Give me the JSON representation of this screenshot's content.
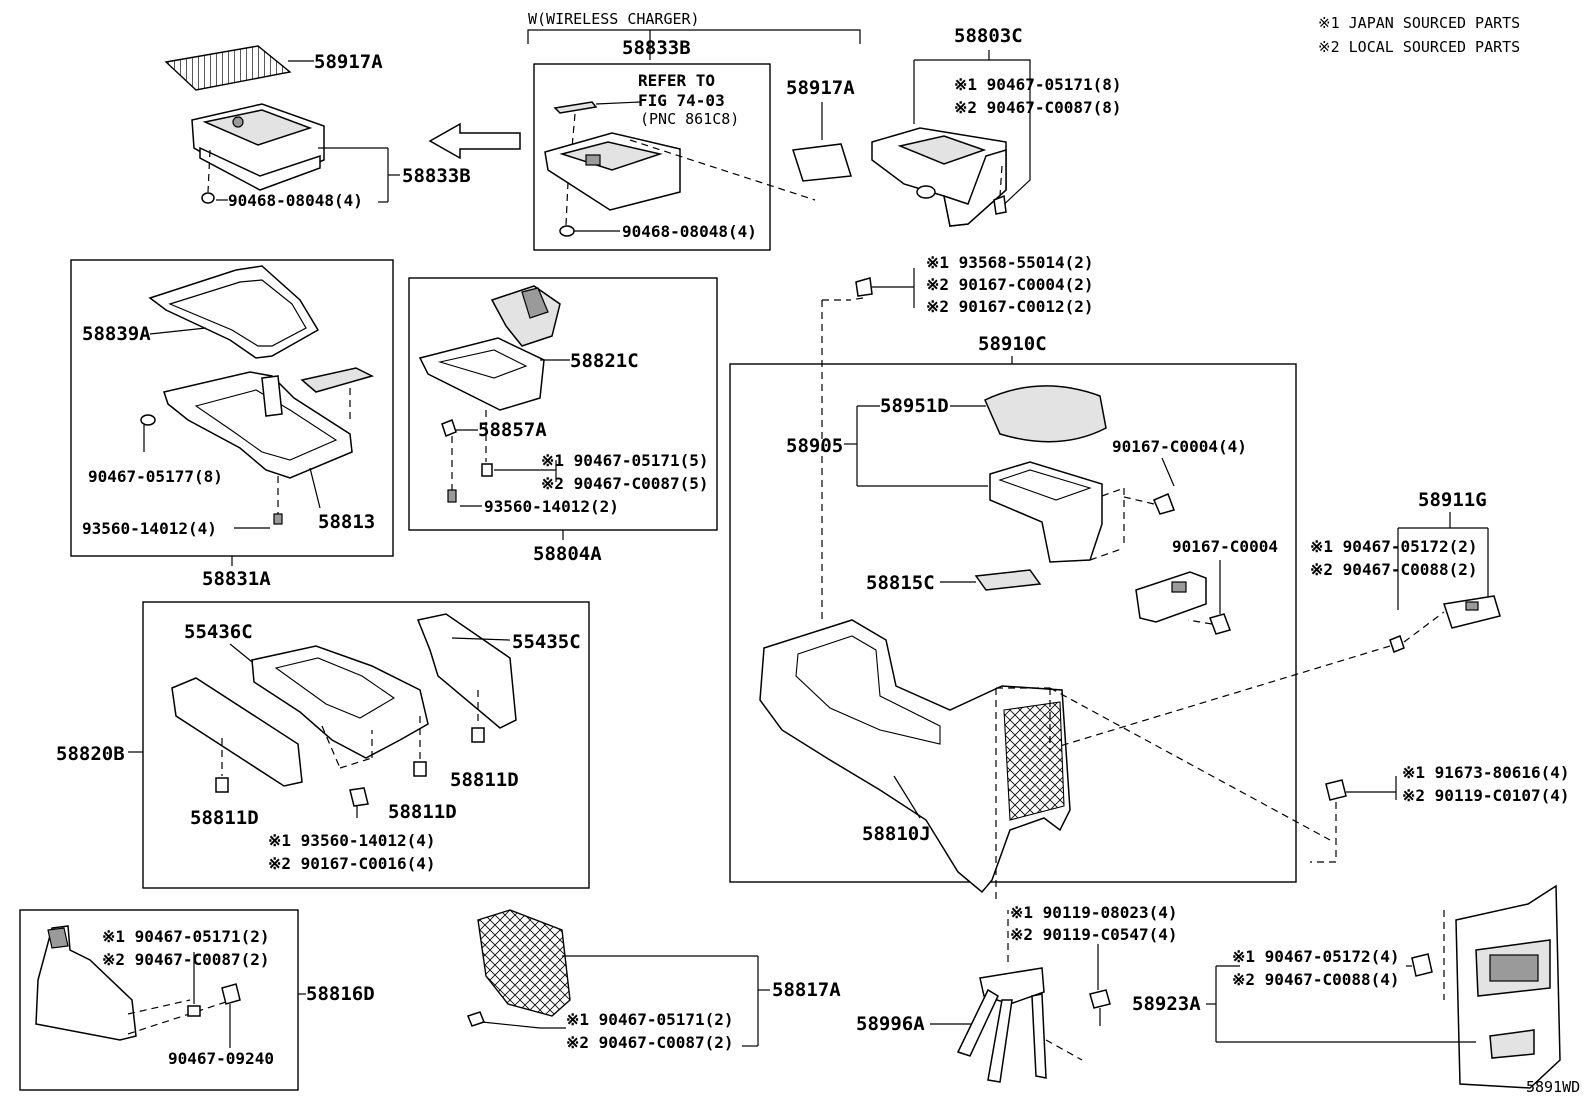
{
  "legend": {
    "line1": "※1 JAPAN SOURCED PARTS",
    "line2": "※2 LOCAL SOURCED PARTS"
  },
  "figure_code": "5891WD",
  "labels": {
    "wireless_title": "W(WIRELESS CHARGER)",
    "wc_58833B": "58833B",
    "refer1": "REFER TO",
    "refer2": "FIG 74-03",
    "refer3": "(PNC 861C8)",
    "wc_58917A": "58917A",
    "wc_clip": "90468-08048(4)",
    "tl_58917A": "58917A",
    "tl_58833B": "58833B",
    "tl_clip": "90468-08048(4)",
    "p58803C": "58803C",
    "p58803C_n1": "※1 90467-05171(8)",
    "p58803C_n2": "※2 90467-C0087(8)",
    "screw_top_1": "※1 93568-55014(2)",
    "screw_top_2": "※2 90167-C0004(2)",
    "screw_top_3": "※2 90167-C0012(2)",
    "p58839A": "58839A",
    "p90467_05177": "90467-05177(8)",
    "p93560_4": "93560-14012(4)",
    "p58813": "58813",
    "p58831A": "58831A",
    "p58821C": "58821C",
    "p58857A": "58857A",
    "p58804_n1": "※1 90467-05171(5)",
    "p58804_n2": "※2 90467-C0087(5)",
    "p93560_2": "93560-14012(2)",
    "p58804A": "58804A",
    "p58910C": "58910C",
    "p58951D": "58951D",
    "p58905": "58905",
    "p90167_4": "90167-C0004(4)",
    "p90167": "90167-C0004",
    "p58815C": "58815C",
    "p58810J": "58810J",
    "p58911G": "58911G",
    "p58911G_n1": "※1 90467-05172(2)",
    "p58911G_n2": "※2 90467-C0088(2)",
    "screw_r_1": "※1 91673-80616(4)",
    "screw_r_2": "※2 90119-C0107(4)",
    "p55436C": "55436C",
    "p55435C": "55435C",
    "p58820B": "58820B",
    "p58811D_a": "58811D",
    "p58811D_b": "58811D",
    "p58811D_c": "58811D",
    "p58820_n1": "※1 93560-14012(4)",
    "p58820_n2": "※2 90167-C0016(4)",
    "p58816_n1": "※1 90467-05171(2)",
    "p58816_n2": "※2 90467-C0087(2)",
    "p58816D": "58816D",
    "p90467_09240": "90467-09240",
    "p58817_n1": "※1 90467-05171(2)",
    "p58817_n2": "※2 90467-C0087(2)",
    "p58817A": "58817A",
    "bolt_b_1": "※1 90119-08023(4)",
    "bolt_b_2": "※2 90119-C0547(4)",
    "p58996A": "58996A",
    "p58923_n1": "※1 90467-05172(4)",
    "p58923_n2": "※2 90467-C0088(4)",
    "p58923A": "58923A"
  }
}
